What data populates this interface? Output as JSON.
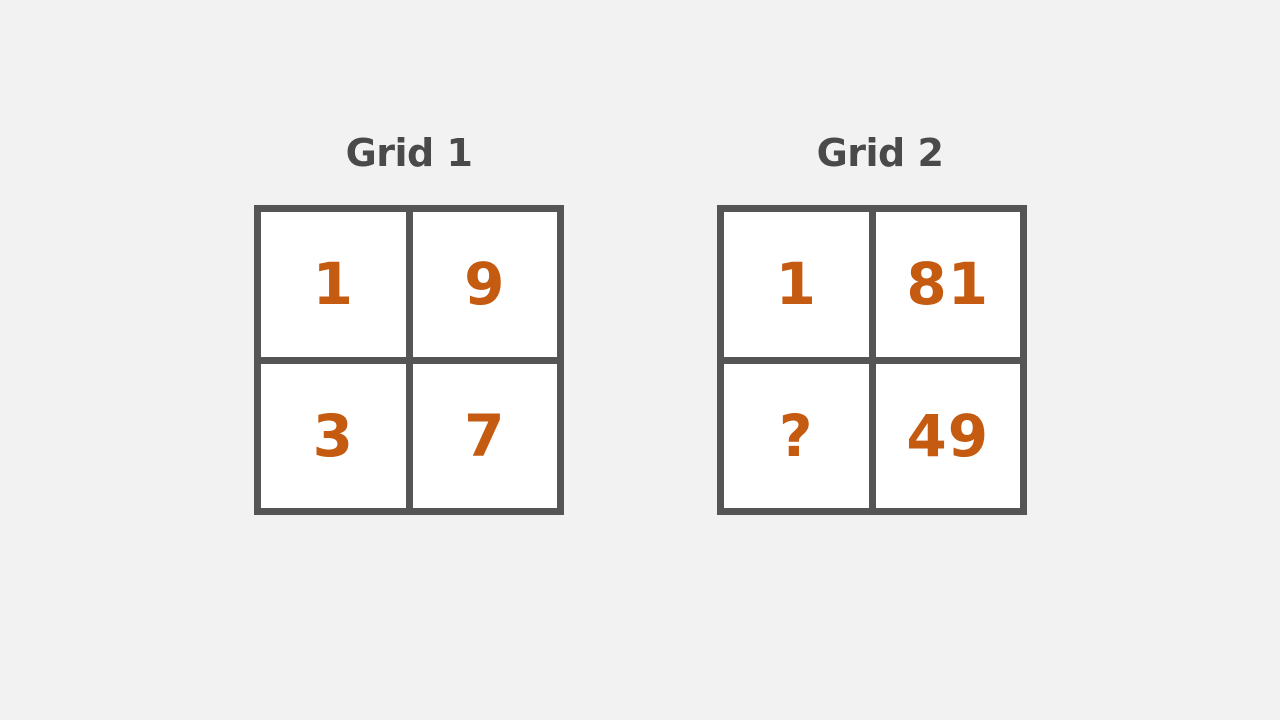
{
  "colors": {
    "background": "#f2f2f2",
    "title_text": "#4a4a4a",
    "grid_border": "#555555",
    "cell_background": "#ffffff",
    "number_text": "#c55a11"
  },
  "grids": [
    {
      "title": "Grid 1",
      "cells": [
        "1",
        "9",
        "3",
        "7"
      ]
    },
    {
      "title": "Grid 2",
      "cells": [
        "1",
        "81",
        "?",
        "49"
      ]
    }
  ]
}
